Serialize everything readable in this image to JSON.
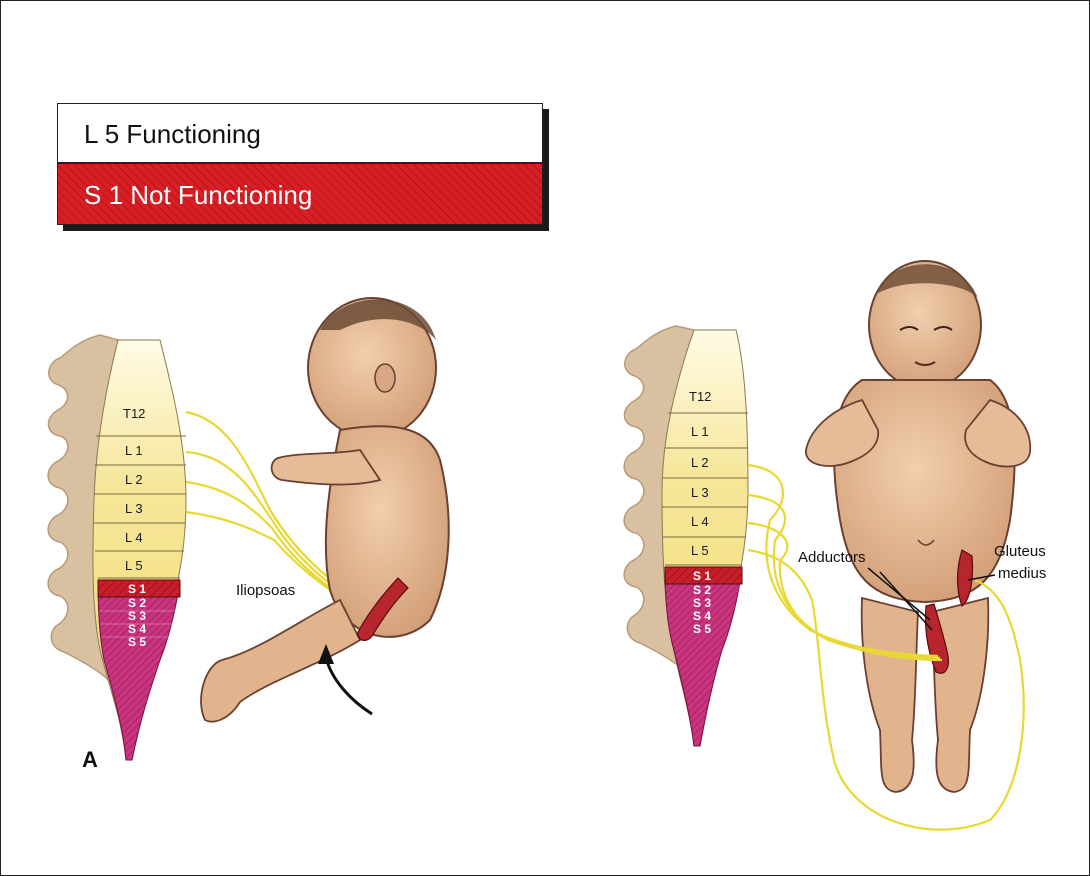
{
  "legend": {
    "functioning_label": "L 5 Functioning",
    "not_functioning_label": "S 1 Not Functioning"
  },
  "colors": {
    "functioning": "#ffffff",
    "not_functioning": "#d81f26",
    "cord_lumbar": "#f6e79a",
    "cord_sacral": "#c0307a",
    "nerve": "#f2e64a",
    "skin": "#e2b48e",
    "muscle": "#b6262c",
    "spine_bone": "#d9c3a5"
  },
  "panel_a": {
    "letter": "A",
    "segments": [
      "T12",
      "L 1",
      "L 2",
      "L 3",
      "L 4",
      "L 5"
    ],
    "sacral_segments": [
      "S 1",
      "S 2",
      "S 3",
      "S 4",
      "S 5"
    ],
    "muscle_label": "Iliopsoas"
  },
  "panel_b": {
    "segments": [
      "T12",
      "L 1",
      "L 2",
      "L 3",
      "L 4",
      "L 5"
    ],
    "sacral_segments": [
      "S 1",
      "S 2",
      "S 3",
      "S 4",
      "S 5"
    ],
    "adductors_label": "Adductors",
    "gluteus_label_line1": "Gluteus",
    "gluteus_label_line2": "medius"
  }
}
